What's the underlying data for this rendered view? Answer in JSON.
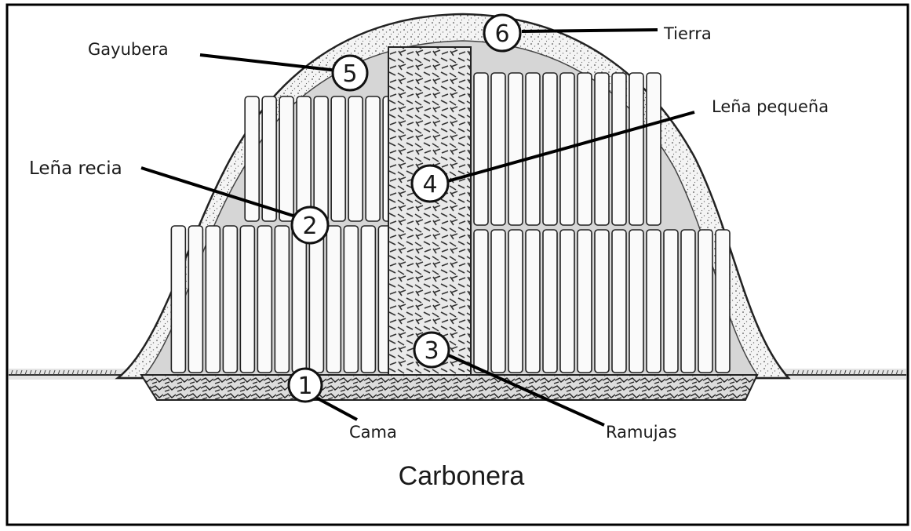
{
  "diagram": {
    "title": "Carbonera",
    "parts": [
      {
        "number": "1",
        "label": "Cama"
      },
      {
        "number": "2",
        "label": "Leña recia"
      },
      {
        "number": "3",
        "label": "Ramujas"
      },
      {
        "number": "4",
        "label": "Leña pequeña"
      },
      {
        "number": "5",
        "label": "Gayubera"
      },
      {
        "number": "6",
        "label": "Tierra"
      }
    ]
  },
  "colors": {
    "ink": "#1a1a1a",
    "frame": "#000000",
    "background": "#ffffff"
  }
}
